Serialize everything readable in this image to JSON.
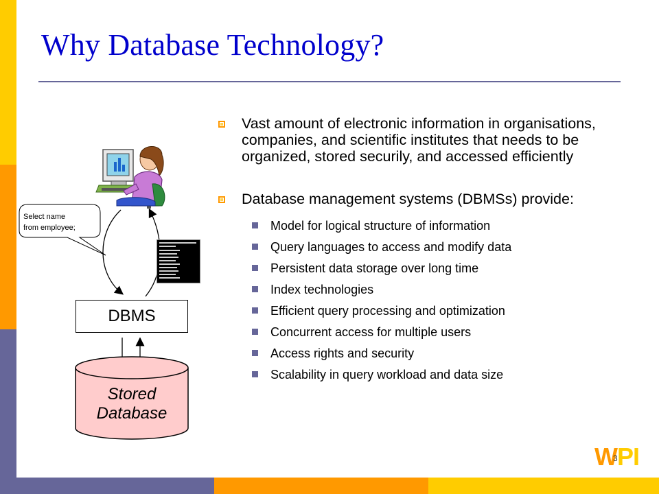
{
  "slide": {
    "title": "Why Database Technology?",
    "page_number": "3"
  },
  "bullets": [
    {
      "text": "Vast amount of electronic information in organisations, companies, and scientific institutes that needs to be organized, stored securily, and accessed efficiently"
    },
    {
      "text": "Database management systems (DBMSs) provide:"
    }
  ],
  "sub_bullets": [
    "Model for logical structure of information",
    "Query languages to access and modify data",
    "Persistent data storage over long time",
    "Index technologies",
    "Efficient query processing and optimization",
    "Concurrent access for multiple users",
    "Access rights and security",
    "Scalability in query workload and data size"
  ],
  "diagram": {
    "callout_line1": "Select name",
    "callout_line2": "from employee;",
    "dbms_label": "DBMS",
    "db_label_line1": "Stored",
    "db_label_line2": "Database"
  },
  "logo": {
    "w": "W",
    "p": "P",
    "i": "I"
  },
  "colors": {
    "title": "#0000cc",
    "accent_orange": "#ff9900",
    "accent_yellow": "#ffcc00",
    "accent_purple": "#666699",
    "database_fill": "#ffcccc"
  }
}
